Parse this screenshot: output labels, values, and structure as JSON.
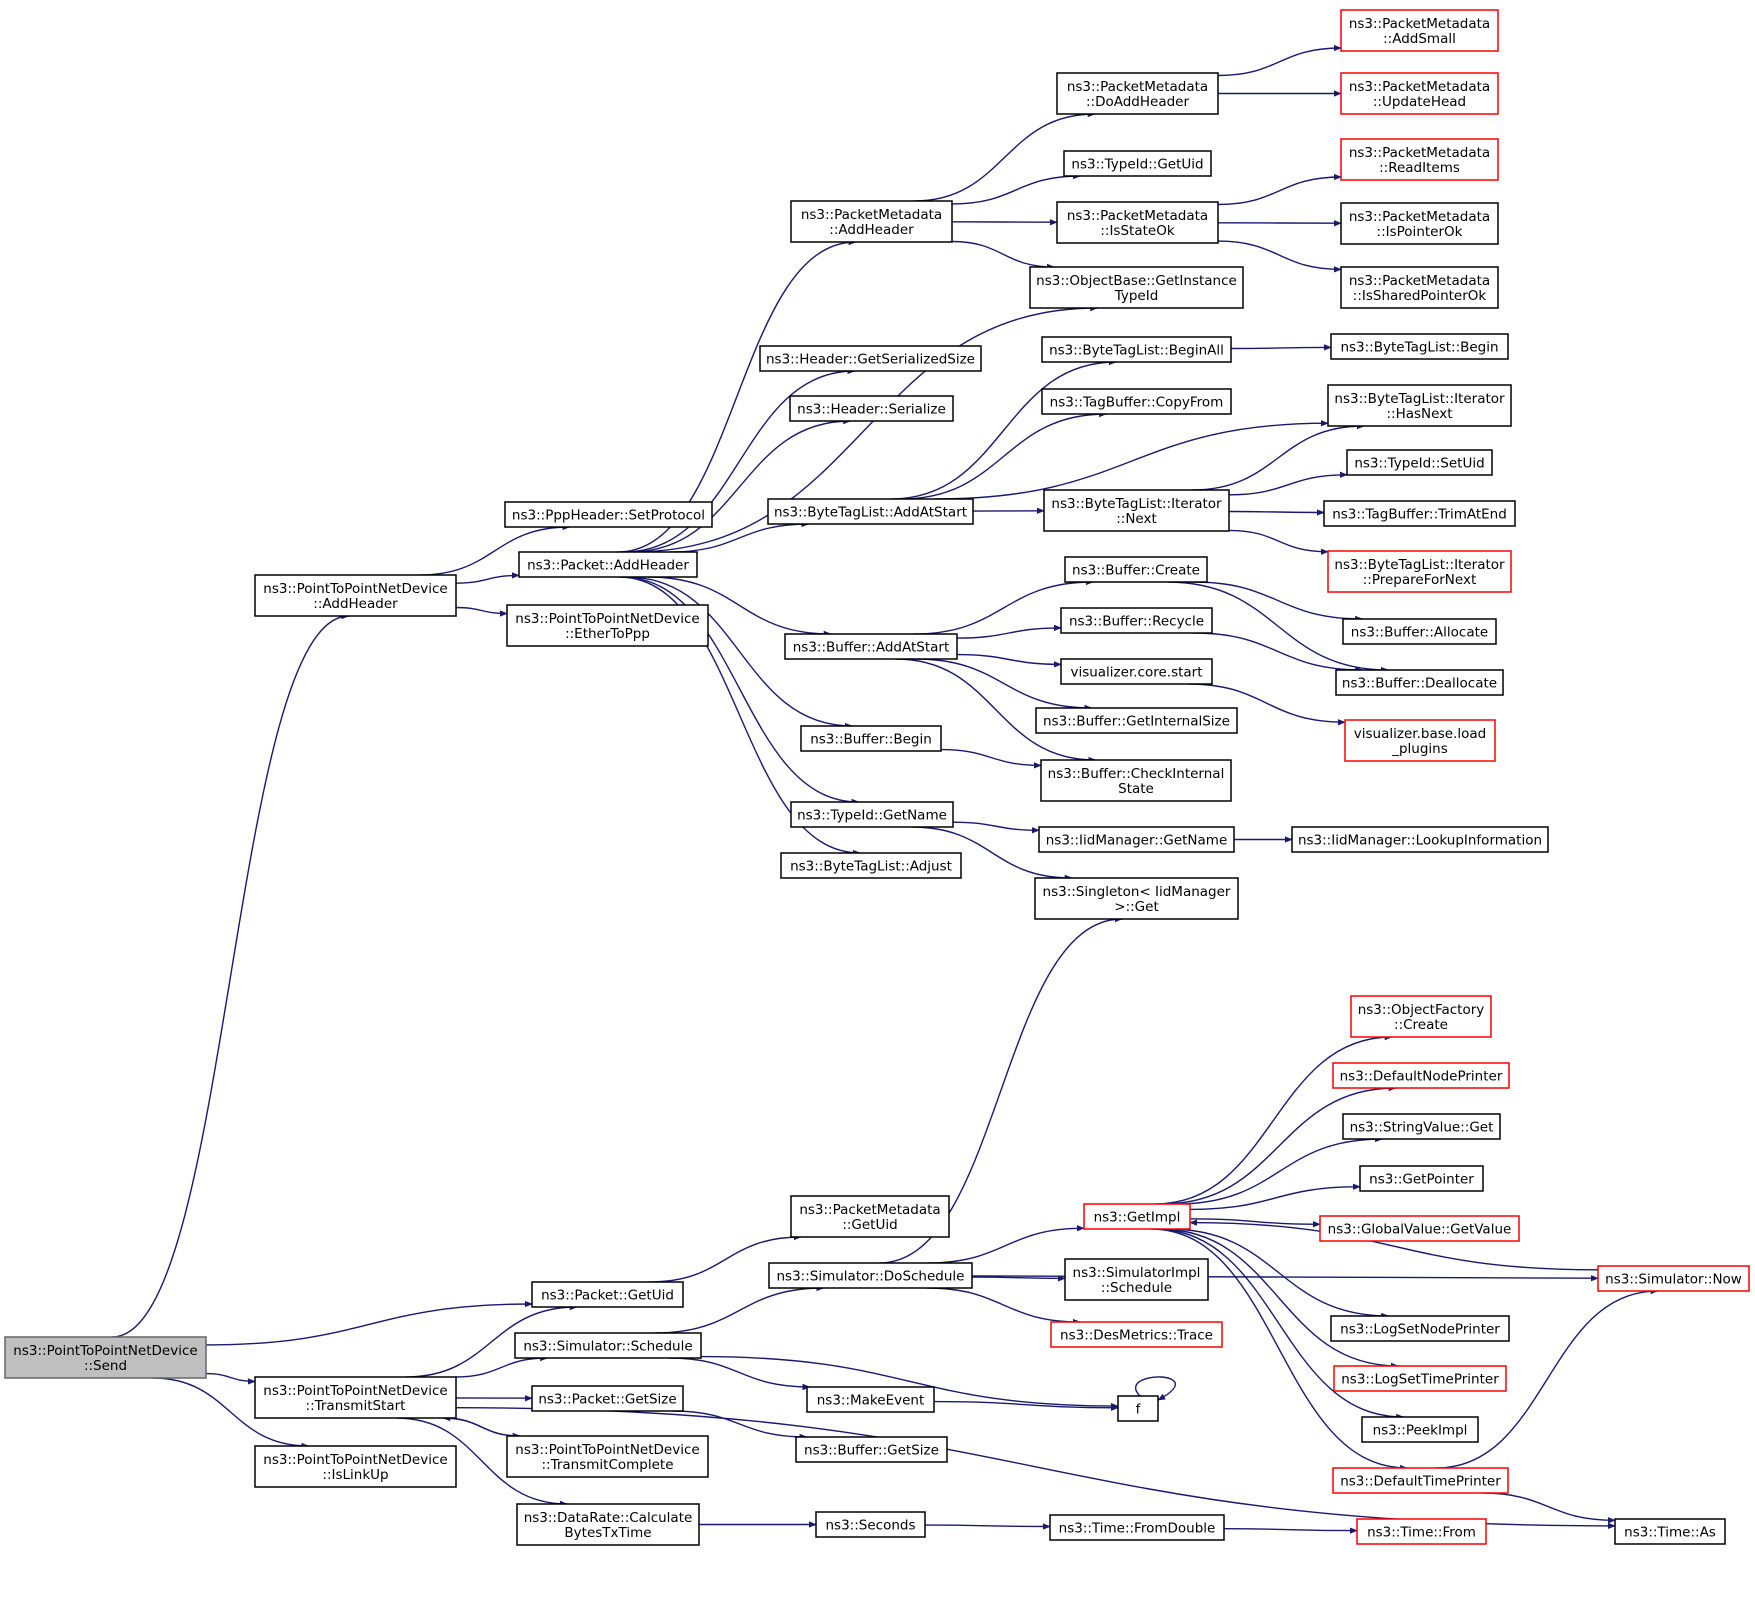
{
  "diagram": {
    "title": "",
    "colors": {
      "edge": "#191970",
      "node_border": "#000000",
      "truncated_node_border": "#ff0000",
      "root_fill": "#bfbfbf"
    },
    "nodes": [
      {
        "id": "send",
        "lines": [
          "ns3::PointToPointNetDevice",
          "::Send"
        ],
        "style": "root"
      },
      {
        "id": "p2p_addheader",
        "lines": [
          "ns3::PointToPointNetDevice",
          "::AddHeader"
        ]
      },
      {
        "id": "ppp_setprotocol",
        "lines": [
          "ns3::PppHeader::SetProtocol"
        ]
      },
      {
        "id": "packet_addheader",
        "lines": [
          "ns3::Packet::AddHeader"
        ]
      },
      {
        "id": "ethertoppp",
        "lines": [
          "ns3::PointToPointNetDevice",
          "::EtherToPpp"
        ]
      },
      {
        "id": "pm_addheader",
        "lines": [
          "ns3::PacketMetadata",
          "::AddHeader"
        ]
      },
      {
        "id": "header_getserializedsize",
        "lines": [
          "ns3::Header::GetSerializedSize"
        ]
      },
      {
        "id": "header_serialize",
        "lines": [
          "ns3::Header::Serialize"
        ]
      },
      {
        "id": "btl_addatstart",
        "lines": [
          "ns3::ByteTagList::AddAtStart"
        ]
      },
      {
        "id": "buffer_addatstart",
        "lines": [
          "ns3::Buffer::AddAtStart"
        ]
      },
      {
        "id": "buffer_begin",
        "lines": [
          "ns3::Buffer::Begin"
        ]
      },
      {
        "id": "typeid_getname",
        "lines": [
          "ns3::TypeId::GetName"
        ]
      },
      {
        "id": "btl_adjust",
        "lines": [
          "ns3::ByteTagList::Adjust"
        ]
      },
      {
        "id": "pm_doaddheader",
        "lines": [
          "ns3::PacketMetadata",
          "::DoAddHeader"
        ]
      },
      {
        "id": "typeid_getuid",
        "lines": [
          "ns3::TypeId::GetUid"
        ]
      },
      {
        "id": "pm_isstateok",
        "lines": [
          "ns3::PacketMetadata",
          "::IsStateOk"
        ]
      },
      {
        "id": "ob_getinstancetypeid",
        "lines": [
          "ns3::ObjectBase::GetInstance",
          "TypeId"
        ]
      },
      {
        "id": "btl_beginall",
        "lines": [
          "ns3::ByteTagList::BeginAll"
        ]
      },
      {
        "id": "tagbuffer_copyfrom",
        "lines": [
          "ns3::TagBuffer::CopyFrom"
        ]
      },
      {
        "id": "btl_iter_next",
        "lines": [
          "ns3::ByteTagList::Iterator",
          "::Next"
        ]
      },
      {
        "id": "buffer_create",
        "lines": [
          "ns3::Buffer::Create"
        ]
      },
      {
        "id": "buffer_recycle",
        "lines": [
          "ns3::Buffer::Recycle"
        ]
      },
      {
        "id": "vis_core_start",
        "lines": [
          "visualizer.core.start"
        ]
      },
      {
        "id": "buffer_getinternalsize",
        "lines": [
          "ns3::Buffer::GetInternalSize"
        ]
      },
      {
        "id": "buffer_checkinternalstate",
        "lines": [
          "ns3::Buffer::CheckInternal",
          "State"
        ]
      },
      {
        "id": "iidmanager_getname",
        "lines": [
          "ns3::IidManager::GetName"
        ]
      },
      {
        "id": "singleton_get",
        "lines": [
          "ns3::Singleton< IidManager",
          " >::Get"
        ]
      },
      {
        "id": "pm_addsmall",
        "lines": [
          "ns3::PacketMetadata",
          "::AddSmall"
        ],
        "style": "red"
      },
      {
        "id": "pm_updatehead",
        "lines": [
          "ns3::PacketMetadata",
          "::UpdateHead"
        ],
        "style": "red"
      },
      {
        "id": "pm_readitems",
        "lines": [
          "ns3::PacketMetadata",
          "::ReadItems"
        ],
        "style": "red"
      },
      {
        "id": "pm_ispointerok",
        "lines": [
          "ns3::PacketMetadata",
          "::IsPointerOk"
        ]
      },
      {
        "id": "pm_issharedpointerok",
        "lines": [
          "ns3::PacketMetadata",
          "::IsSharedPointerOk"
        ]
      },
      {
        "id": "btl_begin",
        "lines": [
          "ns3::ByteTagList::Begin"
        ]
      },
      {
        "id": "btl_iter_hasnext",
        "lines": [
          "ns3::ByteTagList::Iterator",
          "::HasNext"
        ]
      },
      {
        "id": "typeid_setuid",
        "lines": [
          "ns3::TypeId::SetUid"
        ]
      },
      {
        "id": "tagbuffer_trimatend",
        "lines": [
          "ns3::TagBuffer::TrimAtEnd"
        ]
      },
      {
        "id": "btl_iter_preparefornext",
        "lines": [
          "ns3::ByteTagList::Iterator",
          "::PrepareForNext"
        ],
        "style": "red"
      },
      {
        "id": "buffer_allocate",
        "lines": [
          "ns3::Buffer::Allocate"
        ]
      },
      {
        "id": "buffer_deallocate",
        "lines": [
          "ns3::Buffer::Deallocate"
        ]
      },
      {
        "id": "vis_base_loadplugins",
        "lines": [
          "visualizer.base.load",
          "_plugins"
        ],
        "style": "red"
      },
      {
        "id": "iidmanager_lookupinformation",
        "lines": [
          "ns3::IidManager::LookupInformation"
        ]
      },
      {
        "id": "pm_getuid",
        "lines": [
          "ns3::PacketMetadata",
          "::GetUid"
        ]
      },
      {
        "id": "packet_getuid",
        "lines": [
          "ns3::Packet::GetUid"
        ]
      },
      {
        "id": "sim_doschedule",
        "lines": [
          "ns3::Simulator::DoSchedule"
        ]
      },
      {
        "id": "sim_schedule",
        "lines": [
          "ns3::Simulator::Schedule"
        ]
      },
      {
        "id": "p2p_transmitstart",
        "lines": [
          "ns3::PointToPointNetDevice",
          "::TransmitStart"
        ]
      },
      {
        "id": "packet_getsize",
        "lines": [
          "ns3::Packet::GetSize"
        ]
      },
      {
        "id": "p2p_transmitcomplete",
        "lines": [
          "ns3::PointToPointNetDevice",
          "::TransmitComplete"
        ]
      },
      {
        "id": "p2p_islinkup",
        "lines": [
          "ns3::PointToPointNetDevice",
          "::IsLinkUp"
        ]
      },
      {
        "id": "makeevent",
        "lines": [
          "ns3::MakeEvent"
        ]
      },
      {
        "id": "buffer_getsize",
        "lines": [
          "ns3::Buffer::GetSize"
        ]
      },
      {
        "id": "datarate_calc",
        "lines": [
          "ns3::DataRate::Calculate",
          "BytesTxTime"
        ]
      },
      {
        "id": "seconds",
        "lines": [
          "ns3::Seconds"
        ]
      },
      {
        "id": "time_fromdouble",
        "lines": [
          "ns3::Time::FromDouble"
        ]
      },
      {
        "id": "time_from",
        "lines": [
          "ns3::Time::From"
        ],
        "style": "red"
      },
      {
        "id": "time_as",
        "lines": [
          "ns3::Time::As"
        ]
      },
      {
        "id": "f",
        "lines": [
          "f"
        ]
      },
      {
        "id": "getimpl",
        "lines": [
          "ns3::GetImpl"
        ],
        "style": "red"
      },
      {
        "id": "simimpl_schedule",
        "lines": [
          "ns3::SimulatorImpl",
          "::Schedule"
        ]
      },
      {
        "id": "desmetrics_trace",
        "lines": [
          "ns3::DesMetrics::Trace"
        ],
        "style": "red"
      },
      {
        "id": "objectfactory_create",
        "lines": [
          "ns3::ObjectFactory",
          "::Create"
        ],
        "style": "red"
      },
      {
        "id": "defaultnodeprinter",
        "lines": [
          "ns3::DefaultNodePrinter"
        ],
        "style": "red"
      },
      {
        "id": "stringvalue_get",
        "lines": [
          "ns3::StringValue::Get"
        ]
      },
      {
        "id": "getpointer",
        "lines": [
          "ns3::GetPointer"
        ]
      },
      {
        "id": "globalvalue_getvalue",
        "lines": [
          "ns3::GlobalValue::GetValue"
        ],
        "style": "red"
      },
      {
        "id": "logsetnodeprinter",
        "lines": [
          "ns3::LogSetNodePrinter"
        ]
      },
      {
        "id": "logsettimeprinter",
        "lines": [
          "ns3::LogSetTimePrinter"
        ],
        "style": "red"
      },
      {
        "id": "peekimpl",
        "lines": [
          "ns3::PeekImpl"
        ]
      },
      {
        "id": "defaulttimeprinter",
        "lines": [
          "ns3::DefaultTimePrinter"
        ],
        "style": "red"
      },
      {
        "id": "simulator_now",
        "lines": [
          "ns3::Simulator::Now"
        ],
        "style": "red"
      }
    ],
    "edges": [
      [
        "send",
        "p2p_addheader"
      ],
      [
        "send",
        "packet_getuid"
      ],
      [
        "send",
        "p2p_transmitstart"
      ],
      [
        "send",
        "p2p_islinkup"
      ],
      [
        "p2p_addheader",
        "ppp_setprotocol"
      ],
      [
        "p2p_addheader",
        "packet_addheader"
      ],
      [
        "p2p_addheader",
        "ethertoppp"
      ],
      [
        "packet_addheader",
        "pm_addheader"
      ],
      [
        "packet_addheader",
        "header_getserializedsize"
      ],
      [
        "packet_addheader",
        "header_serialize"
      ],
      [
        "packet_addheader",
        "ob_getinstancetypeid"
      ],
      [
        "packet_addheader",
        "btl_addatstart"
      ],
      [
        "packet_addheader",
        "buffer_addatstart"
      ],
      [
        "packet_addheader",
        "buffer_begin"
      ],
      [
        "packet_addheader",
        "typeid_getname"
      ],
      [
        "packet_addheader",
        "btl_adjust"
      ],
      [
        "pm_addheader",
        "pm_doaddheader"
      ],
      [
        "pm_addheader",
        "typeid_getuid"
      ],
      [
        "pm_addheader",
        "pm_isstateok"
      ],
      [
        "pm_addheader",
        "ob_getinstancetypeid"
      ],
      [
        "pm_doaddheader",
        "pm_addsmall"
      ],
      [
        "pm_doaddheader",
        "pm_updatehead"
      ],
      [
        "pm_isstateok",
        "pm_readitems"
      ],
      [
        "pm_isstateok",
        "pm_ispointerok"
      ],
      [
        "pm_isstateok",
        "pm_issharedpointerok"
      ],
      [
        "btl_addatstart",
        "btl_beginall"
      ],
      [
        "btl_addatstart",
        "tagbuffer_copyfrom"
      ],
      [
        "btl_addatstart",
        "btl_iter_hasnext"
      ],
      [
        "btl_addatstart",
        "btl_iter_next"
      ],
      [
        "btl_beginall",
        "btl_begin"
      ],
      [
        "btl_iter_next",
        "btl_iter_hasnext"
      ],
      [
        "btl_iter_next",
        "typeid_setuid"
      ],
      [
        "btl_iter_next",
        "tagbuffer_trimatend"
      ],
      [
        "btl_iter_next",
        "btl_iter_preparefornext"
      ],
      [
        "buffer_addatstart",
        "buffer_create"
      ],
      [
        "buffer_addatstart",
        "buffer_recycle"
      ],
      [
        "buffer_addatstart",
        "vis_core_start"
      ],
      [
        "buffer_addatstart",
        "buffer_getinternalsize"
      ],
      [
        "buffer_addatstart",
        "buffer_checkinternalstate"
      ],
      [
        "buffer_create",
        "buffer_allocate"
      ],
      [
        "buffer_create",
        "buffer_deallocate"
      ],
      [
        "buffer_recycle",
        "buffer_deallocate"
      ],
      [
        "vis_core_start",
        "vis_base_loadplugins"
      ],
      [
        "buffer_begin",
        "buffer_checkinternalstate"
      ],
      [
        "typeid_getname",
        "iidmanager_getname"
      ],
      [
        "typeid_getname",
        "singleton_get"
      ],
      [
        "iidmanager_getname",
        "iidmanager_lookupinformation"
      ],
      [
        "packet_getuid",
        "pm_getuid"
      ],
      [
        "p2p_transmitstart",
        "packet_getuid"
      ],
      [
        "p2p_transmitstart",
        "sim_schedule"
      ],
      [
        "p2p_transmitstart",
        "packet_getsize"
      ],
      [
        "p2p_transmitstart",
        "p2p_transmitcomplete"
      ],
      [
        "p2p_transmitstart",
        "datarate_calc"
      ],
      [
        "p2p_transmitstart",
        "time_as"
      ],
      [
        "p2p_transmitcomplete",
        "p2p_transmitstart"
      ],
      [
        "sim_schedule",
        "sim_doschedule"
      ],
      [
        "sim_schedule",
        "makeevent"
      ],
      [
        "sim_schedule",
        "f"
      ],
      [
        "sim_doschedule",
        "singleton_get"
      ],
      [
        "sim_doschedule",
        "getimpl"
      ],
      [
        "sim_doschedule",
        "simimpl_schedule"
      ],
      [
        "sim_doschedule",
        "desmetrics_trace"
      ],
      [
        "sim_doschedule",
        "simulator_now"
      ],
      [
        "makeevent",
        "f"
      ],
      [
        "f",
        "f"
      ],
      [
        "packet_getsize",
        "buffer_getsize"
      ],
      [
        "datarate_calc",
        "seconds"
      ],
      [
        "seconds",
        "time_fromdouble"
      ],
      [
        "time_fromdouble",
        "time_from"
      ],
      [
        "getimpl",
        "objectfactory_create"
      ],
      [
        "getimpl",
        "defaultnodeprinter"
      ],
      [
        "getimpl",
        "stringvalue_get"
      ],
      [
        "getimpl",
        "getpointer"
      ],
      [
        "getimpl",
        "globalvalue_getvalue"
      ],
      [
        "getimpl",
        "logsetnodeprinter"
      ],
      [
        "getimpl",
        "logsettimeprinter"
      ],
      [
        "getimpl",
        "peekimpl"
      ],
      [
        "getimpl",
        "defaulttimeprinter"
      ],
      [
        "simulator_now",
        "getimpl"
      ],
      [
        "defaulttimeprinter",
        "simulator_now"
      ],
      [
        "defaulttimeprinter",
        "time_as"
      ]
    ]
  }
}
